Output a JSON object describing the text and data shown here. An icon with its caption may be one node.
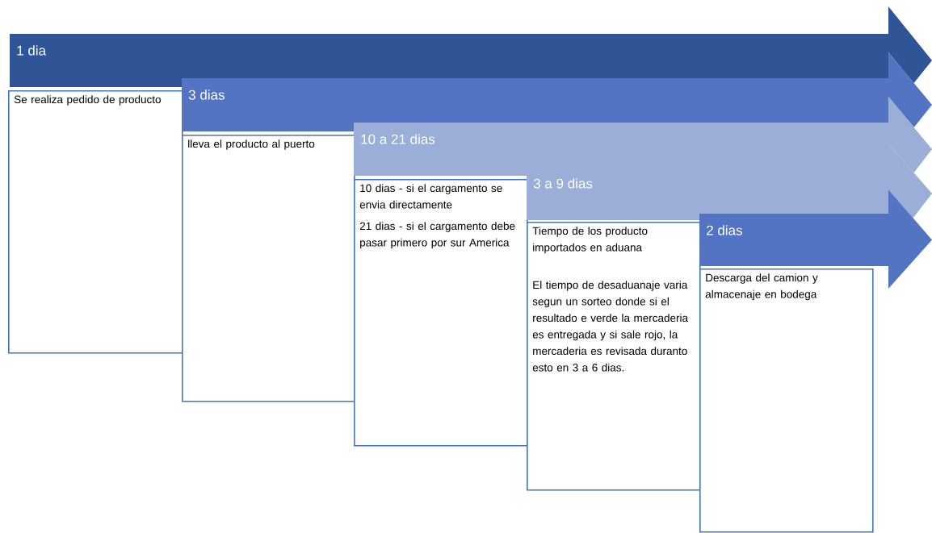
{
  "diagram": {
    "nodes": [
      {
        "text": [
          "1 dia"
        ]
      },
      {
        "text": [
          "Se realiza pedido de producto"
        ]
      },
      {
        "text": [
          "3 dias"
        ]
      },
      {
        "text": [
          "lleva el producto al puerto"
        ]
      },
      {
        "text": [
          "10 a 21 dias"
        ]
      },
      {
        "text": [
          "10 dias - si el cargamento se envia directamente",
          "21 dias -  si el cargamento debe pasar primero por sur America"
        ]
      },
      {
        "text": [
          "3 a 9 dias"
        ]
      },
      {
        "text": [
          "Tiempo de los producto importados en aduana",
          "El tiempo de desaduanaje varia segun un sorteo donde si el resultado e verde la mercaderia es entregada y si sale rojo, la mercaderia es revisada duranto esto en 3 a 6 dias."
        ]
      },
      {
        "text": [
          "2 dias"
        ]
      },
      {
        "text": [
          "Descarga del camion y almacenaje en bodega"
        ]
      }
    ]
  }
}
